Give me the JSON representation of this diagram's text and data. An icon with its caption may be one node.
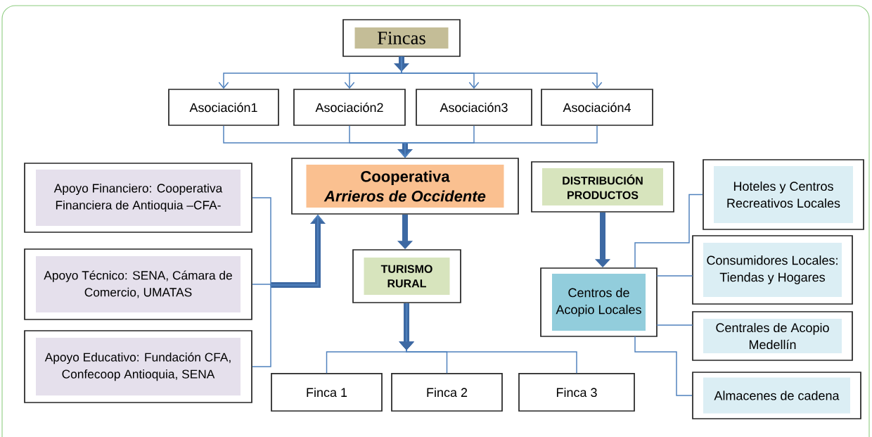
{
  "diagram": {
    "nodes": [
      {
        "text": [
          "Fincas"
        ]
      },
      {
        "text": [
          "Asociación1"
        ]
      },
      {
        "text": [
          "Asociación2"
        ]
      },
      {
        "text": [
          "Asociación3"
        ]
      },
      {
        "text": [
          "Asociación4"
        ]
      },
      {
        "text": [
          "Cooperativa",
          "Arrieros de Occidente"
        ]
      },
      {
        "text": [
          "Apoyo Financiero: Cooperativa Financiera de Antioquia –CFA-"
        ]
      },
      {
        "text": [
          "Apoyo Técnico: SENA, Cámara de Comercio, UMATAS"
        ]
      },
      {
        "text": [
          "Apoyo Educativo: Fundación CFA, Confecoop Antioquia, SENA"
        ]
      },
      {
        "text": [
          "TURISMO RURAL"
        ]
      },
      {
        "text": [
          "DISTRIBUCIÓN PRODUCTOS"
        ]
      },
      {
        "text": [
          "Centros de Acopio Locales"
        ]
      },
      {
        "text": [
          "Hoteles y Centros Recreativos Locales"
        ]
      },
      {
        "text": [
          "Consumidores Locales: Tiendas y Hogares"
        ]
      },
      {
        "text": [
          "Centrales de Acopio Medellín"
        ]
      },
      {
        "text": [
          "Almacenes de cadena"
        ]
      },
      {
        "text": [
          "Finca 1"
        ]
      },
      {
        "text": [
          "Finca 2"
        ]
      },
      {
        "text": [
          "Finca 3"
        ]
      }
    ],
    "edges": [
      {
        "from": 0,
        "to": 1,
        "arrow": "to"
      },
      {
        "from": 0,
        "to": 2,
        "arrow": "to"
      },
      {
        "from": 0,
        "to": 3,
        "arrow": "to"
      },
      {
        "from": 0,
        "to": 4,
        "arrow": "to"
      },
      {
        "from": 1,
        "to": 5,
        "arrow": "to"
      },
      {
        "from": 2,
        "to": 5,
        "arrow": "to"
      },
      {
        "from": 3,
        "to": 5,
        "arrow": "to"
      },
      {
        "from": 4,
        "to": 5,
        "arrow": "to"
      },
      {
        "from": 5,
        "to": 9,
        "arrow": "to",
        "style": "thick"
      },
      {
        "from": 6,
        "to": 5,
        "arrow": "to"
      },
      {
        "from": 7,
        "to": 5,
        "arrow": "to"
      },
      {
        "from": 8,
        "to": 5,
        "arrow": "to"
      },
      {
        "from": 9,
        "to": 16,
        "arrow": "to"
      },
      {
        "from": 9,
        "to": 17,
        "arrow": "to"
      },
      {
        "from": 9,
        "to": 18,
        "arrow": "to"
      },
      {
        "from": 10,
        "to": 11,
        "arrow": "to",
        "style": "thick"
      },
      {
        "from": 11,
        "to": 12,
        "arrow": "none"
      },
      {
        "from": 11,
        "to": 13,
        "arrow": "none"
      },
      {
        "from": 11,
        "to": 14,
        "arrow": "none"
      },
      {
        "from": 11,
        "to": 15,
        "arrow": "none"
      }
    ]
  }
}
